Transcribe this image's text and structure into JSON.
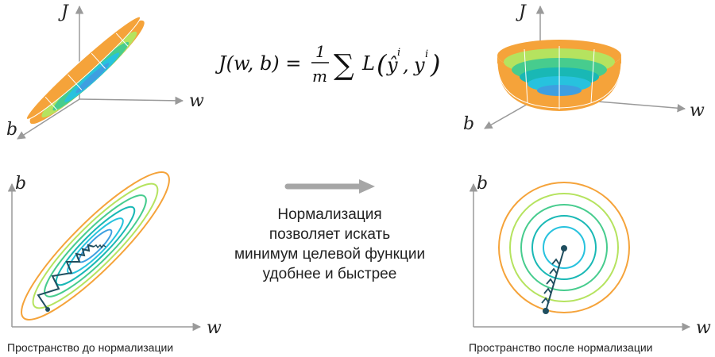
{
  "formula": {
    "lhs": "J(w, b) =",
    "frac_num": "1",
    "frac_den": "m",
    "sum_symbol": "∑",
    "loss": "L",
    "arg_pred": "ŷ",
    "arg_pred_sup": "i",
    "arg_true": "y",
    "arg_true_sup": "i"
  },
  "axes": {
    "j": "J",
    "w": "w",
    "b": "b"
  },
  "captions": {
    "before": "Пространство до нормализации",
    "after": "Пространство после нормализации"
  },
  "note_lines": [
    "Нормализация",
    "позволяет искать",
    "минимум целевой функции",
    "удобнее и быстрее"
  ],
  "colors": {
    "orange": "#f5a33a",
    "lime": "#b5e35f",
    "green": "#47cc8e",
    "teal": "#19b8b5",
    "cyan": "#27c2de",
    "blue": "#3e9fe0",
    "path": "#1f4e5f",
    "axis": "#9a9a9a",
    "arrow": "#a6a6a6"
  },
  "icons": {
    "arrow": "arrow-right-icon"
  }
}
